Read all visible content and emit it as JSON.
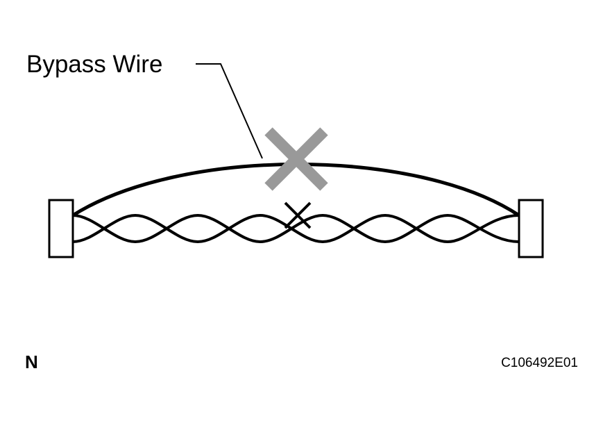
{
  "diagram": {
    "callout_label": "Bypass Wire",
    "corner_mark": "N",
    "figure_code": "C106492E01"
  },
  "colors": {
    "line": "#000000",
    "prohibited_mark": "#999999",
    "background": "#ffffff"
  },
  "icons": {
    "large_mark": "prohibited-x-icon",
    "small_mark": "cross-mark-icon"
  }
}
